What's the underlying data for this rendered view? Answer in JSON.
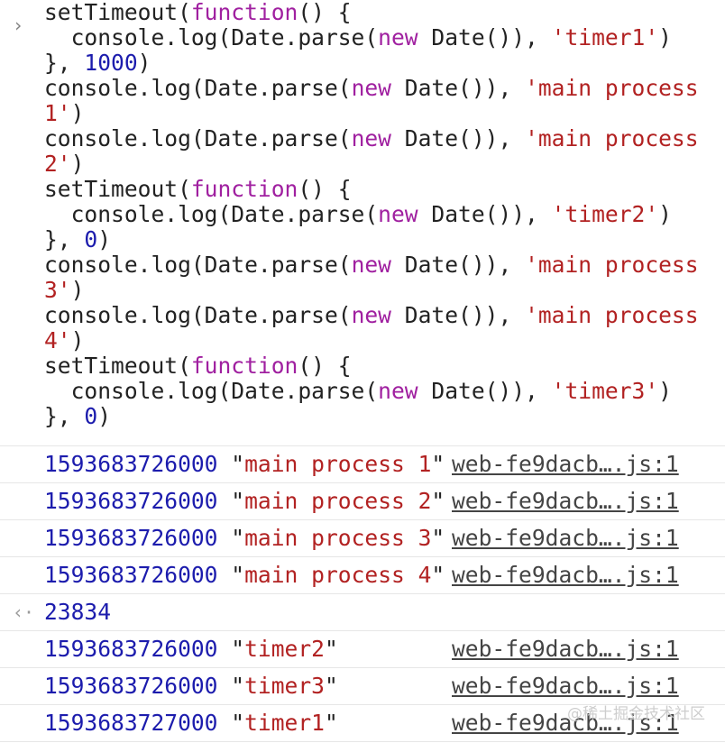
{
  "prompt_glyph": "›",
  "code_lines": [
    [
      {
        "t": "setTimeout(",
        "c": "p"
      },
      {
        "t": "function",
        "c": "k"
      },
      {
        "t": "() {",
        "c": "p"
      }
    ],
    [
      {
        "t": "  console.log(Date.parse(",
        "c": "p"
      },
      {
        "t": "new",
        "c": "k"
      },
      {
        "t": " Date()), ",
        "c": "p"
      },
      {
        "t": "'timer1'",
        "c": "s"
      },
      {
        "t": ")",
        "c": "p"
      }
    ],
    [
      {
        "t": "}, ",
        "c": "p"
      },
      {
        "t": "1000",
        "c": "n"
      },
      {
        "t": ")",
        "c": "p"
      }
    ],
    [
      {
        "t": "console.log(Date.parse(",
        "c": "p"
      },
      {
        "t": "new",
        "c": "k"
      },
      {
        "t": " Date()), ",
        "c": "p"
      },
      {
        "t": "'main process",
        "c": "s"
      }
    ],
    [
      {
        "t": "1'",
        "c": "s"
      },
      {
        "t": ")",
        "c": "p"
      }
    ],
    [
      {
        "t": "console.log(Date.parse(",
        "c": "p"
      },
      {
        "t": "new",
        "c": "k"
      },
      {
        "t": " Date()), ",
        "c": "p"
      },
      {
        "t": "'main process",
        "c": "s"
      }
    ],
    [
      {
        "t": "2'",
        "c": "s"
      },
      {
        "t": ")",
        "c": "p"
      }
    ],
    [
      {
        "t": "setTimeout(",
        "c": "p"
      },
      {
        "t": "function",
        "c": "k"
      },
      {
        "t": "() {",
        "c": "p"
      }
    ],
    [
      {
        "t": "  console.log(Date.parse(",
        "c": "p"
      },
      {
        "t": "new",
        "c": "k"
      },
      {
        "t": " Date()), ",
        "c": "p"
      },
      {
        "t": "'timer2'",
        "c": "s"
      },
      {
        "t": ")",
        "c": "p"
      }
    ],
    [
      {
        "t": "}, ",
        "c": "p"
      },
      {
        "t": "0",
        "c": "n"
      },
      {
        "t": ")",
        "c": "p"
      }
    ],
    [
      {
        "t": "console.log(Date.parse(",
        "c": "p"
      },
      {
        "t": "new",
        "c": "k"
      },
      {
        "t": " Date()), ",
        "c": "p"
      },
      {
        "t": "'main process",
        "c": "s"
      }
    ],
    [
      {
        "t": "3'",
        "c": "s"
      },
      {
        "t": ")",
        "c": "p"
      }
    ],
    [
      {
        "t": "console.log(Date.parse(",
        "c": "p"
      },
      {
        "t": "new",
        "c": "k"
      },
      {
        "t": " Date()), ",
        "c": "p"
      },
      {
        "t": "'main process",
        "c": "s"
      }
    ],
    [
      {
        "t": "4'",
        "c": "s"
      },
      {
        "t": ")",
        "c": "p"
      }
    ],
    [
      {
        "t": "setTimeout(",
        "c": "p"
      },
      {
        "t": "function",
        "c": "k"
      },
      {
        "t": "() {",
        "c": "p"
      }
    ],
    [
      {
        "t": "  console.log(Date.parse(",
        "c": "p"
      },
      {
        "t": "new",
        "c": "k"
      },
      {
        "t": " Date()), ",
        "c": "p"
      },
      {
        "t": "'timer3'",
        "c": "s"
      },
      {
        "t": ")",
        "c": "p"
      }
    ],
    [
      {
        "t": "}, ",
        "c": "p"
      },
      {
        "t": "0",
        "c": "n"
      },
      {
        "t": ")",
        "c": "p"
      }
    ]
  ],
  "logs_before": [
    {
      "num": "1593683726000",
      "str": "main process 1",
      "source": "web-fe9dacb….js:1"
    },
    {
      "num": "1593683726000",
      "str": "main process 2",
      "source": "web-fe9dacb….js:1"
    },
    {
      "num": "1593683726000",
      "str": "main process 3",
      "source": "web-fe9dacb….js:1"
    },
    {
      "num": "1593683726000",
      "str": "main process 4",
      "source": "web-fe9dacb….js:1"
    }
  ],
  "return_row": {
    "glyph": "‹·",
    "value": "23834"
  },
  "logs_after": [
    {
      "num": "1593683726000",
      "str": "timer2",
      "source": "web-fe9dacb….js:1"
    },
    {
      "num": "1593683726000",
      "str": "timer3",
      "source": "web-fe9dacb….js:1"
    },
    {
      "num": "1593683727000",
      "str": "timer1",
      "source": "web-fe9dacb….js:1"
    }
  ],
  "watermark": "@稀土掘金技术社区"
}
